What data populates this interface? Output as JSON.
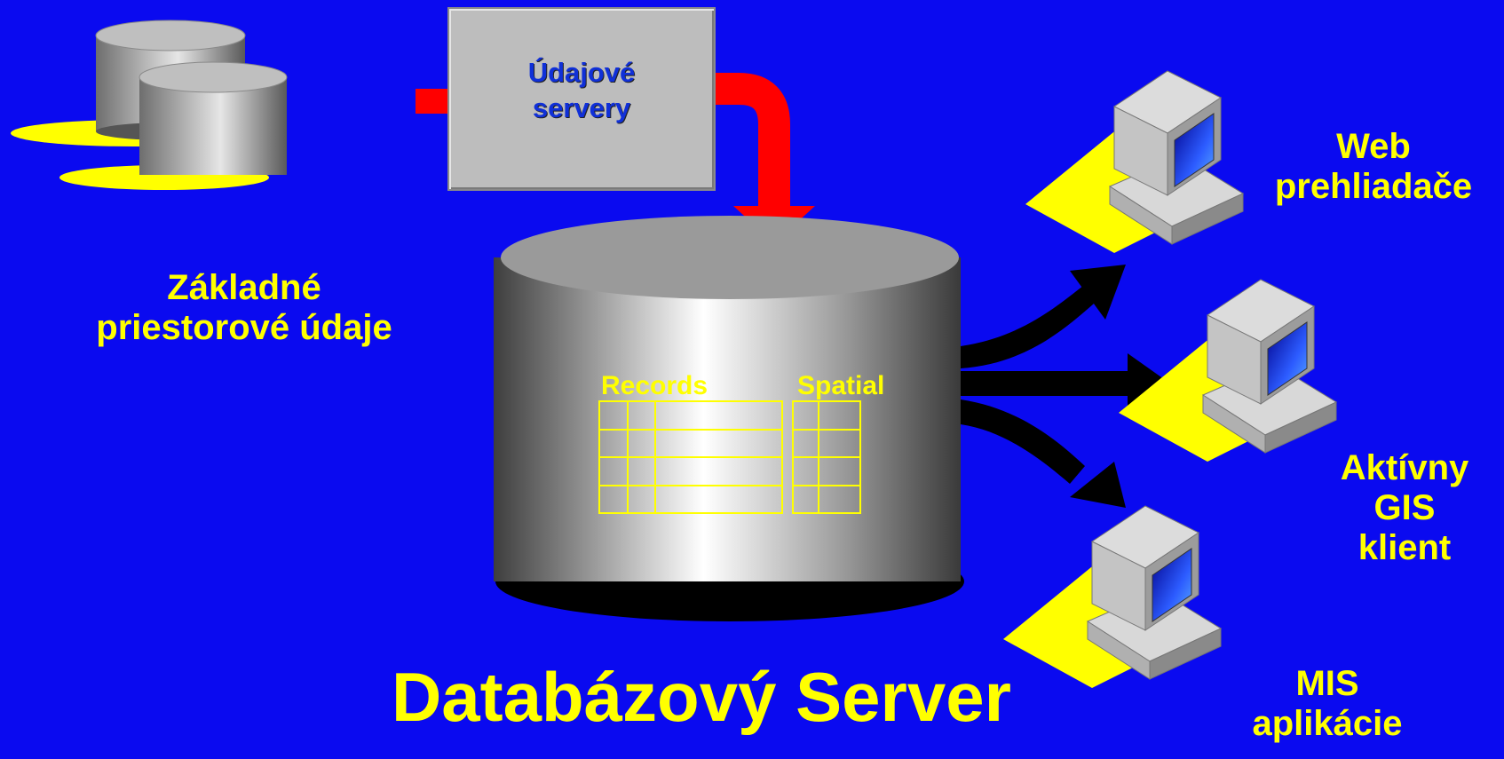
{
  "diagram": {
    "title": "Databázový Server",
    "data_servers": {
      "line1": "Údajové",
      "line2": "servery"
    },
    "source": {
      "line1": "Základné",
      "line2": "priestorové údaje"
    },
    "database": {
      "records_label": "Records",
      "spatial_label": "Spatial"
    },
    "clients": {
      "web": {
        "line1": "Web",
        "line2": "prehliadače"
      },
      "gis": {
        "line1": "Aktívny",
        "line2": "GIS",
        "line3": "klient"
      },
      "mis": {
        "line1": "MIS",
        "line2": "aplikácie"
      }
    }
  },
  "colors": {
    "background": "#0A0AF0",
    "label_text": "#FFFF00",
    "arrow_in": "#FF0000",
    "arrow_out": "#000000",
    "cylinder_gray": "#C0C0C0",
    "box_text": "#1030D8"
  },
  "icons": [
    "database-icon",
    "computer-icon"
  ]
}
